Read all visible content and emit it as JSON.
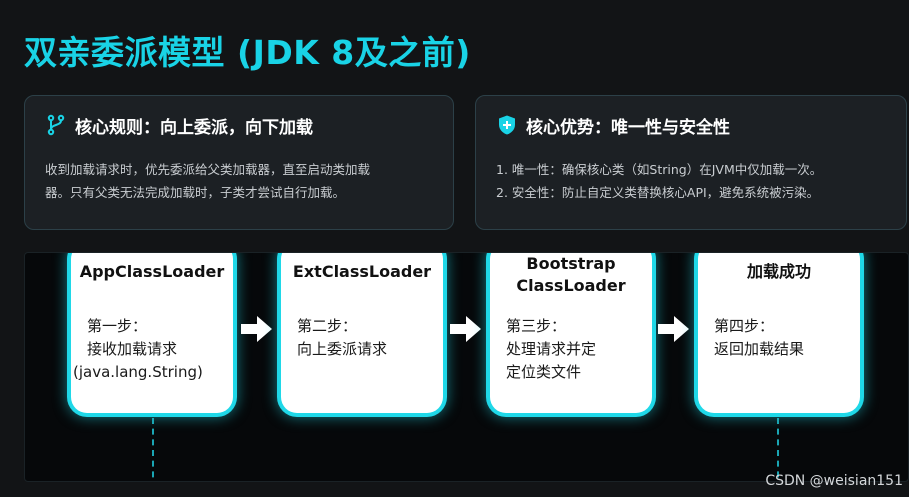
{
  "title": "双亲委派模型 (JDK 8及之前)",
  "cards": [
    {
      "icon": "git-branch-icon",
      "title": "核心规则：向上委派，向下加载",
      "lines": [
        "收到加载请求时，优先委派给父类加载器，直至启动类加载",
        "器。只有父类无法完成加载时，子类才尝试自行加载。"
      ]
    },
    {
      "icon": "shield-plus-icon",
      "title": "核心优势：唯一性与安全性",
      "lines": [
        "1. 唯一性：确保核心类（如String）在JVM中仅加载一次。",
        "2. 安全性：防止自定义类替换核心API，避免系统被污染。"
      ]
    }
  ],
  "steps": [
    {
      "name_lines": [
        "AppClassLoader"
      ],
      "desc_lines": [
        "第一步：",
        "接收加载请求",
        "(java.lang.String)"
      ]
    },
    {
      "name_lines": [
        "ExtClassLoader"
      ],
      "desc_lines": [
        "第二步：",
        "向上委派请求"
      ]
    },
    {
      "name_lines": [
        "Bootstrap",
        "ClassLoader"
      ],
      "desc_lines": [
        "第三步：",
        "处理请求并定",
        "定位类文件"
      ]
    },
    {
      "name_lines": [
        "加载成功"
      ],
      "desc_lines": [
        "第四步：",
        "返回加载结果"
      ]
    }
  ],
  "colors": {
    "accent": "#19d3e6",
    "background": "#121416"
  },
  "watermark": "CSDN @weisian151"
}
